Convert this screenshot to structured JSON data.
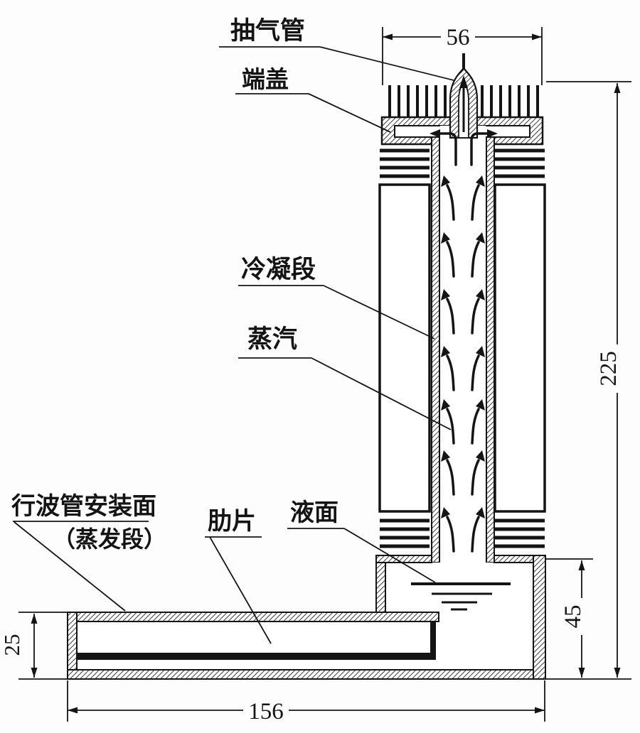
{
  "labels": {
    "exhaust_tube": "抽气管",
    "end_cap": "端盖",
    "condensation_section": "冷凝段",
    "vapor": "蒸汽",
    "twt_mount_line1": "行波管安装面",
    "twt_mount_line2": "（蒸发段）",
    "fin": "肋片",
    "liquid_surface": "液面"
  },
  "dimensions": {
    "cap_width": "56",
    "overall_height": "225",
    "reservoir_depth": "45",
    "base_thickness": "25",
    "base_length": "156"
  },
  "colors": {
    "ink": "#141414",
    "paper": "#fdfdfd"
  }
}
